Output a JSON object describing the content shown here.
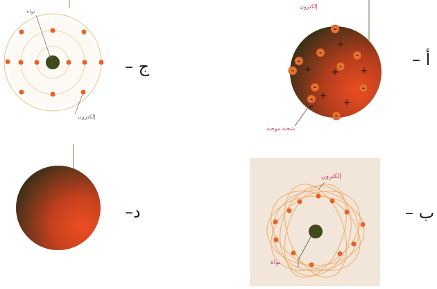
{
  "panels": {
    "a": {
      "label": "أ –",
      "top_text": "إلكترون",
      "bottom_text": "شحنة موجبة",
      "electron_signs": [
        "-",
        "-",
        "-",
        "-",
        "-",
        "-",
        "-",
        "-",
        "-",
        "-"
      ],
      "proton_signs": [
        "+",
        "+",
        "+",
        "+",
        "+",
        "+",
        "+"
      ]
    },
    "b": {
      "label": "ب –",
      "electron_text": "إلكترون",
      "nucleus_text": "نواة"
    },
    "c": {
      "label": "ج –",
      "nucleus_text": "نواة",
      "electron_text": "إلكترون"
    },
    "d": {
      "label": "د–"
    }
  },
  "colors": {
    "sphere_dark": "#3a3a1e",
    "sphere_red": "#e04a24",
    "electron": "#e8602a",
    "orbit": "#f0b070",
    "nucleus": "#3f4a1c",
    "annotation": "#c0426a"
  }
}
